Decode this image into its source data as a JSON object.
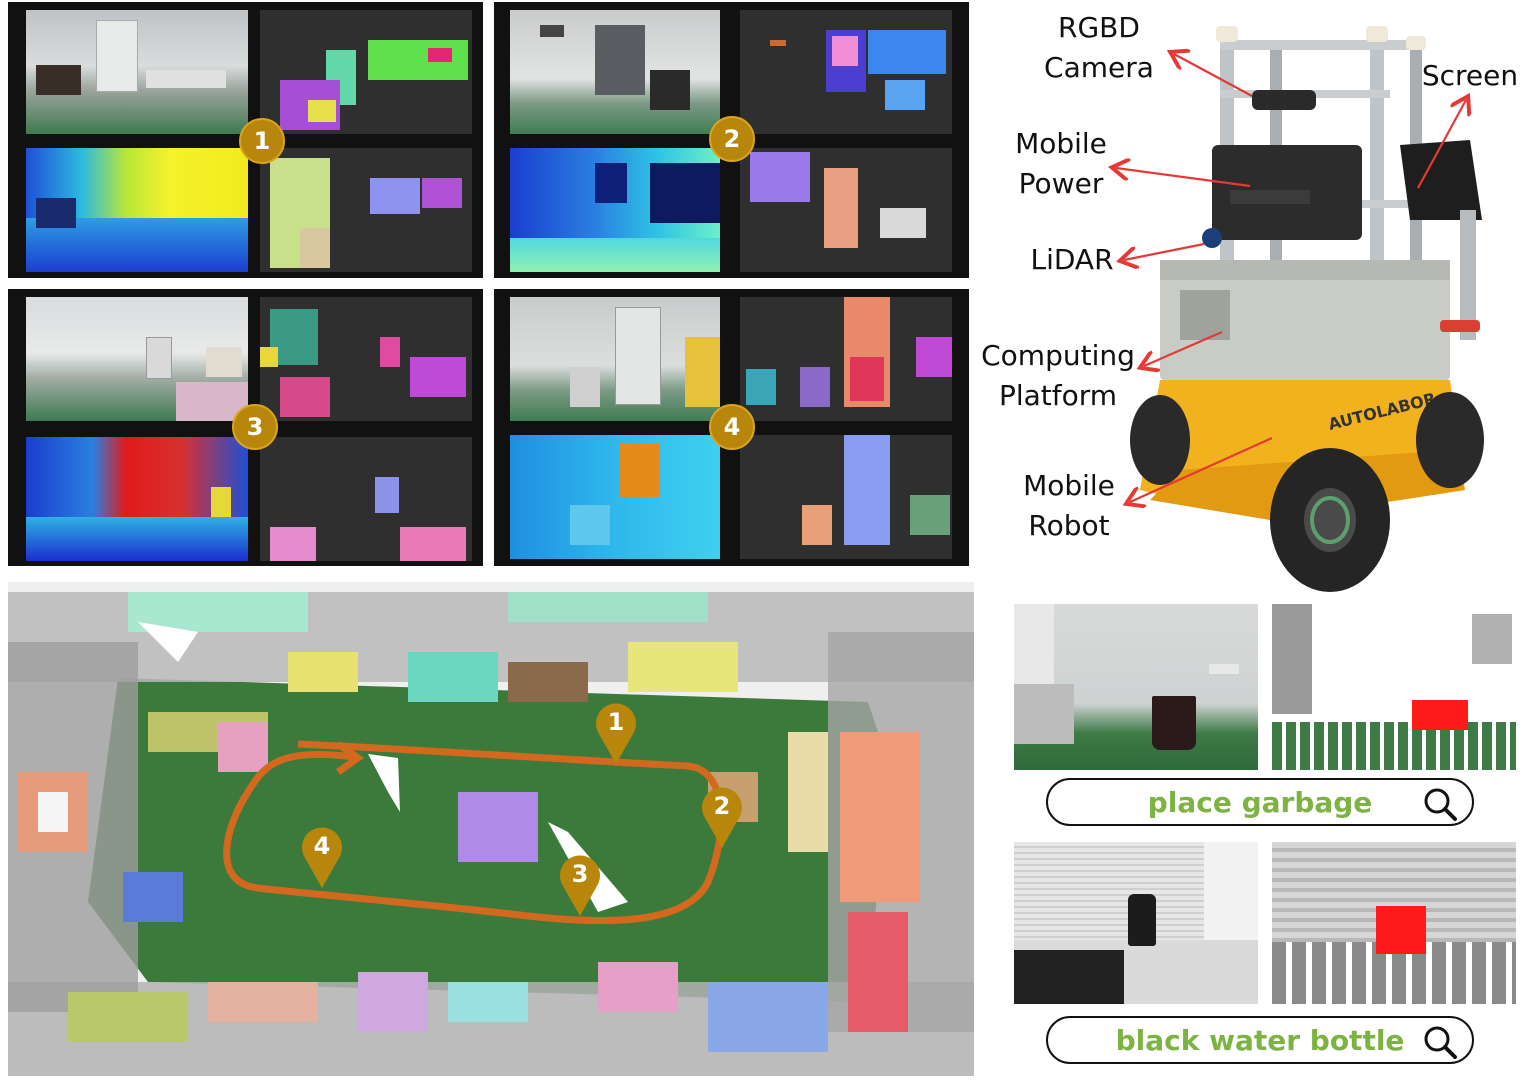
{
  "panels": [
    {
      "number": "1"
    },
    {
      "number": "2"
    },
    {
      "number": "3"
    },
    {
      "number": "4"
    }
  ],
  "robot": {
    "labels": {
      "rgbd": "RGBD\nCamera",
      "screen": "Screen",
      "mobile_power": "Mobile\nPower",
      "lidar": "LiDAR",
      "computing": "Computing\nPlatform",
      "mobile_robot": "Mobile\nRobot"
    },
    "brand": "AUTOLABOR"
  },
  "map": {
    "markers": [
      "1",
      "2",
      "3",
      "4"
    ]
  },
  "queries": [
    {
      "text": "place garbage"
    },
    {
      "text": "black water bottle"
    }
  ],
  "colors": {
    "badge": "#b8860b",
    "trajectory": "#d2691e",
    "query_text": "#7cb342",
    "callout_arrow": "#e53935",
    "floor_green": "#3c7a3c",
    "highlight_red": "#ff1a1a"
  }
}
